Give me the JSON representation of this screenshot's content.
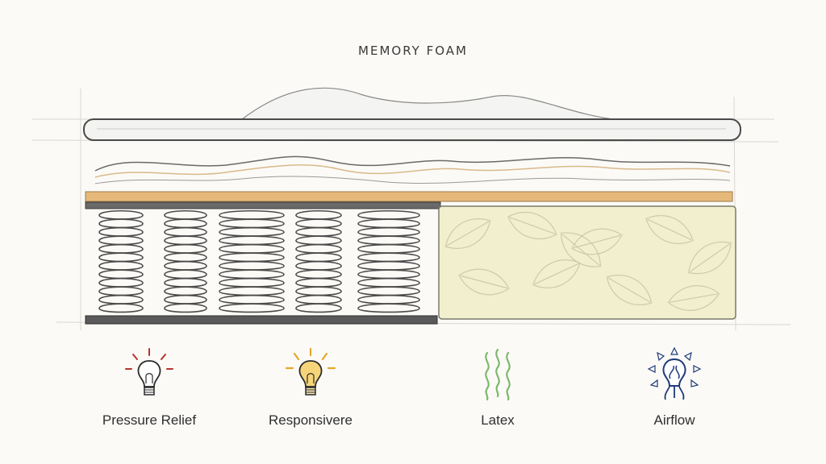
{
  "title": "MEMORY FOAM",
  "features": [
    {
      "label": "Pressure Relief",
      "icon": "lightbulb-rays-icon",
      "color": "#b8332b"
    },
    {
      "label": "Responsivere",
      "icon": "lightbulb-glow-icon",
      "color": "#e0a92a"
    },
    {
      "label": "Latex",
      "icon": "wavy-lines-icon",
      "color": "#7cb86a"
    },
    {
      "label": "Airflow",
      "icon": "lightbulb-arrows-icon",
      "color": "#1f3b7a"
    }
  ],
  "colors": {
    "pencil": "#4a4a4a",
    "orange_band": "#e6b97a",
    "latex_fill": "#f2efcf",
    "leaf_line": "#cfcaa6"
  }
}
